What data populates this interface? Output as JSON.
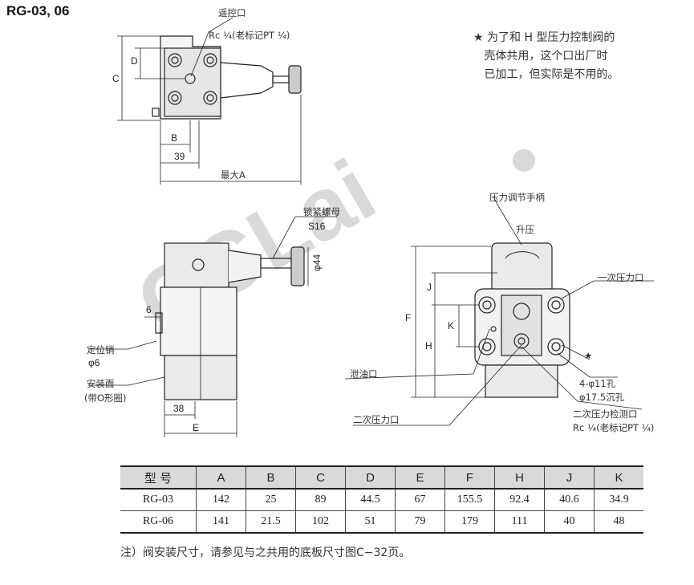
{
  "title": "RG-03, 06",
  "star_note": "★ 为了和 H 型压力控制阀的\n   壳体共用，这个口出厂时\n   已加工，但实际是不用的。",
  "top_view": {
    "remote_port_label": "遥控口",
    "remote_port_spec": "Rc ¼(老标记PT ¼)",
    "dim_C": "C",
    "dim_D": "D",
    "dim_B": "B",
    "dim_39": "39",
    "dim_maxA": "最大A"
  },
  "side_view": {
    "lock_nut_label": "锁紧螺母",
    "lock_nut_size": "S16",
    "dim_phi44": "φ44",
    "dim_6": "6",
    "locating_pin_label": "定位销",
    "locating_pin_size": "φ6",
    "mounting_face_label": "安装面",
    "mounting_face_note": "(带O形圈)",
    "dim_38": "38",
    "dim_E": "E"
  },
  "front_view": {
    "handle_label": "压力调节手柄",
    "raise_label": "升压",
    "primary_port_label": "一次压力口",
    "drain_port_label": "泄油口",
    "secondary_port_label": "二次压力口",
    "bolt_holes_label": "4-φ11孔",
    "counterbore_label": "φ17.5沉孔",
    "gauge_port_label": "二次压力检测口",
    "gauge_port_spec": "Rc ¼(老标记PT ¼)",
    "star": "★",
    "dim_F": "F",
    "dim_H": "H",
    "dim_J": "J",
    "dim_K": "K"
  },
  "watermark": "CCLai",
  "table": {
    "headers": [
      "型 号",
      "A",
      "B",
      "C",
      "D",
      "E",
      "F",
      "H",
      "J",
      "K"
    ],
    "rows": [
      [
        "RG-03",
        "142",
        "25",
        "89",
        "44.5",
        "67",
        "155.5",
        "92.4",
        "40.6",
        "34.9"
      ],
      [
        "RG-06",
        "141",
        "21.5",
        "102",
        "51",
        "79",
        "179",
        "111",
        "40",
        "48"
      ]
    ]
  },
  "footnote": "注）阀安装尺寸，请参见与之共用的底板尺寸图C−32页。"
}
